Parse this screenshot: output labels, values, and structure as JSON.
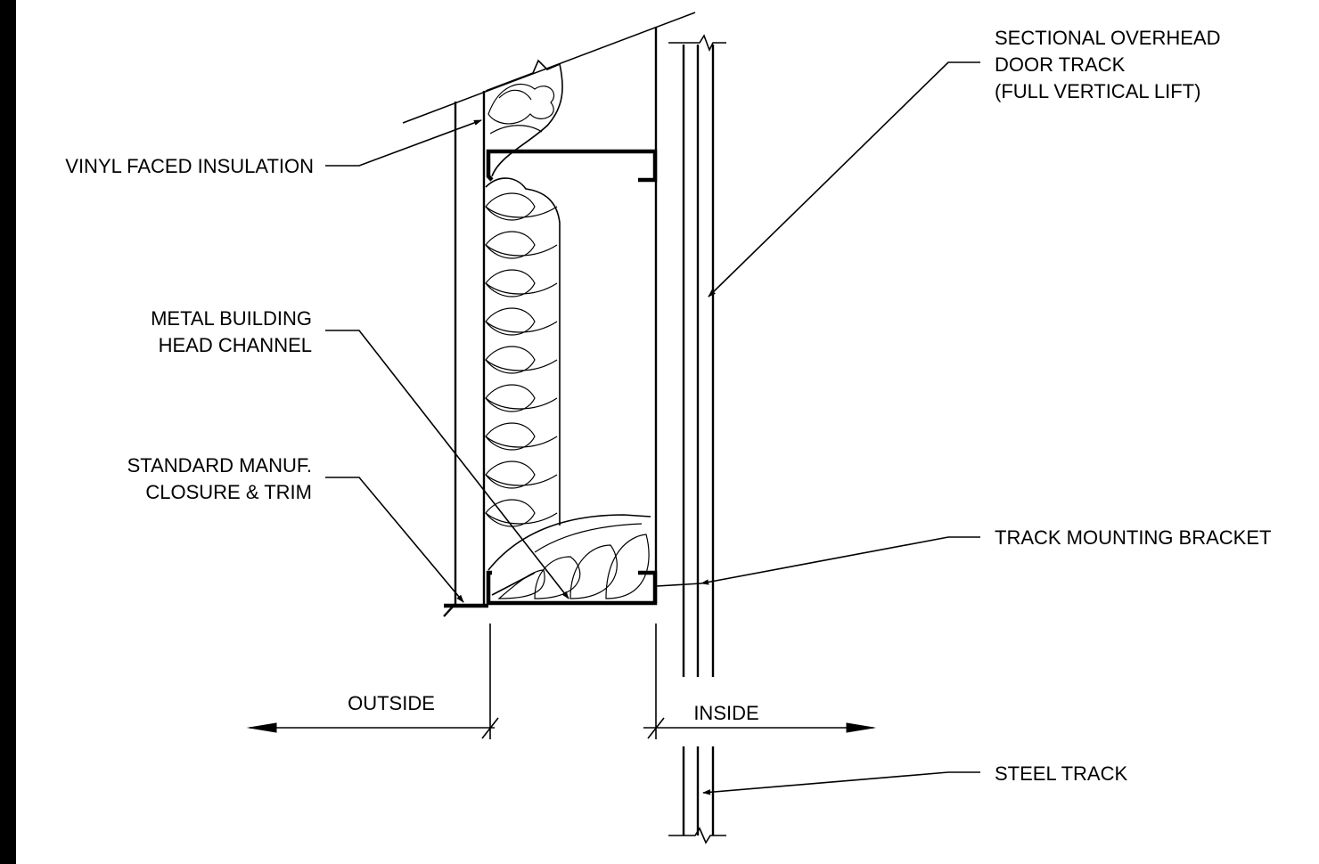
{
  "labels": {
    "vinyl_insulation": "VINYL FACED INSULATION",
    "head_channel_1": "METAL BUILDING",
    "head_channel_2": "HEAD CHANNEL",
    "closure_1": "STANDARD MANUF.",
    "closure_2": "CLOSURE & TRIM",
    "door_track_1": "SECTIONAL OVERHEAD",
    "door_track_2": "DOOR TRACK",
    "door_track_3": "(FULL VERTICAL LIFT)",
    "mounting_bracket": "TRACK MOUNTING BRACKET",
    "steel_track": "STEEL TRACK",
    "outside": "OUTSIDE",
    "inside": "INSIDE"
  }
}
